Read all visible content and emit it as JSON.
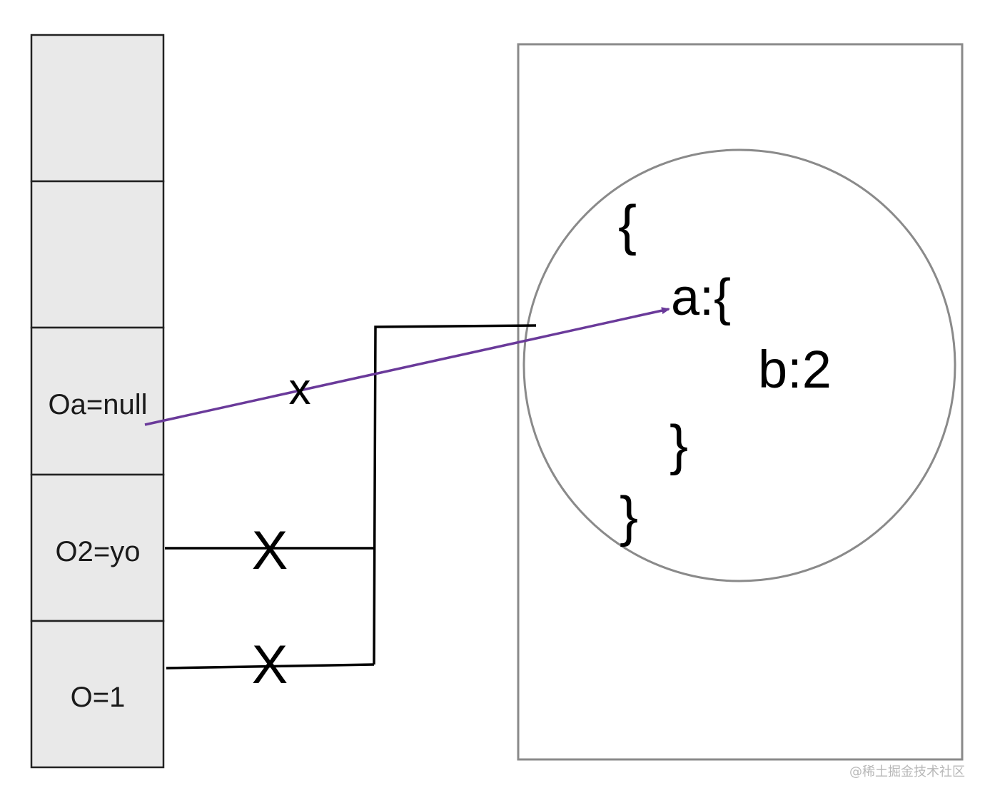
{
  "stack": {
    "cells": [
      {
        "label": ""
      },
      {
        "label": ""
      },
      {
        "label": "Oa=null"
      },
      {
        "label": "O2=yo"
      },
      {
        "label": "O=1"
      }
    ]
  },
  "references": {
    "cross_marks": [
      "x",
      "X",
      "X"
    ]
  },
  "heap_object": {
    "open_brace": "{",
    "key_a": "a:{",
    "key_b": "b:2",
    "inner_close_brace": "}",
    "outer_close_brace": "}"
  },
  "watermark": "@稀土掘金技术社区",
  "colors": {
    "cell_fill": "#e9e9e9",
    "cell_border": "#222222",
    "heap_border": "#8a8a8a",
    "circle_stroke": "#8a8a8a",
    "reference_line": "#000000",
    "arrow": "#6a3a9a"
  }
}
